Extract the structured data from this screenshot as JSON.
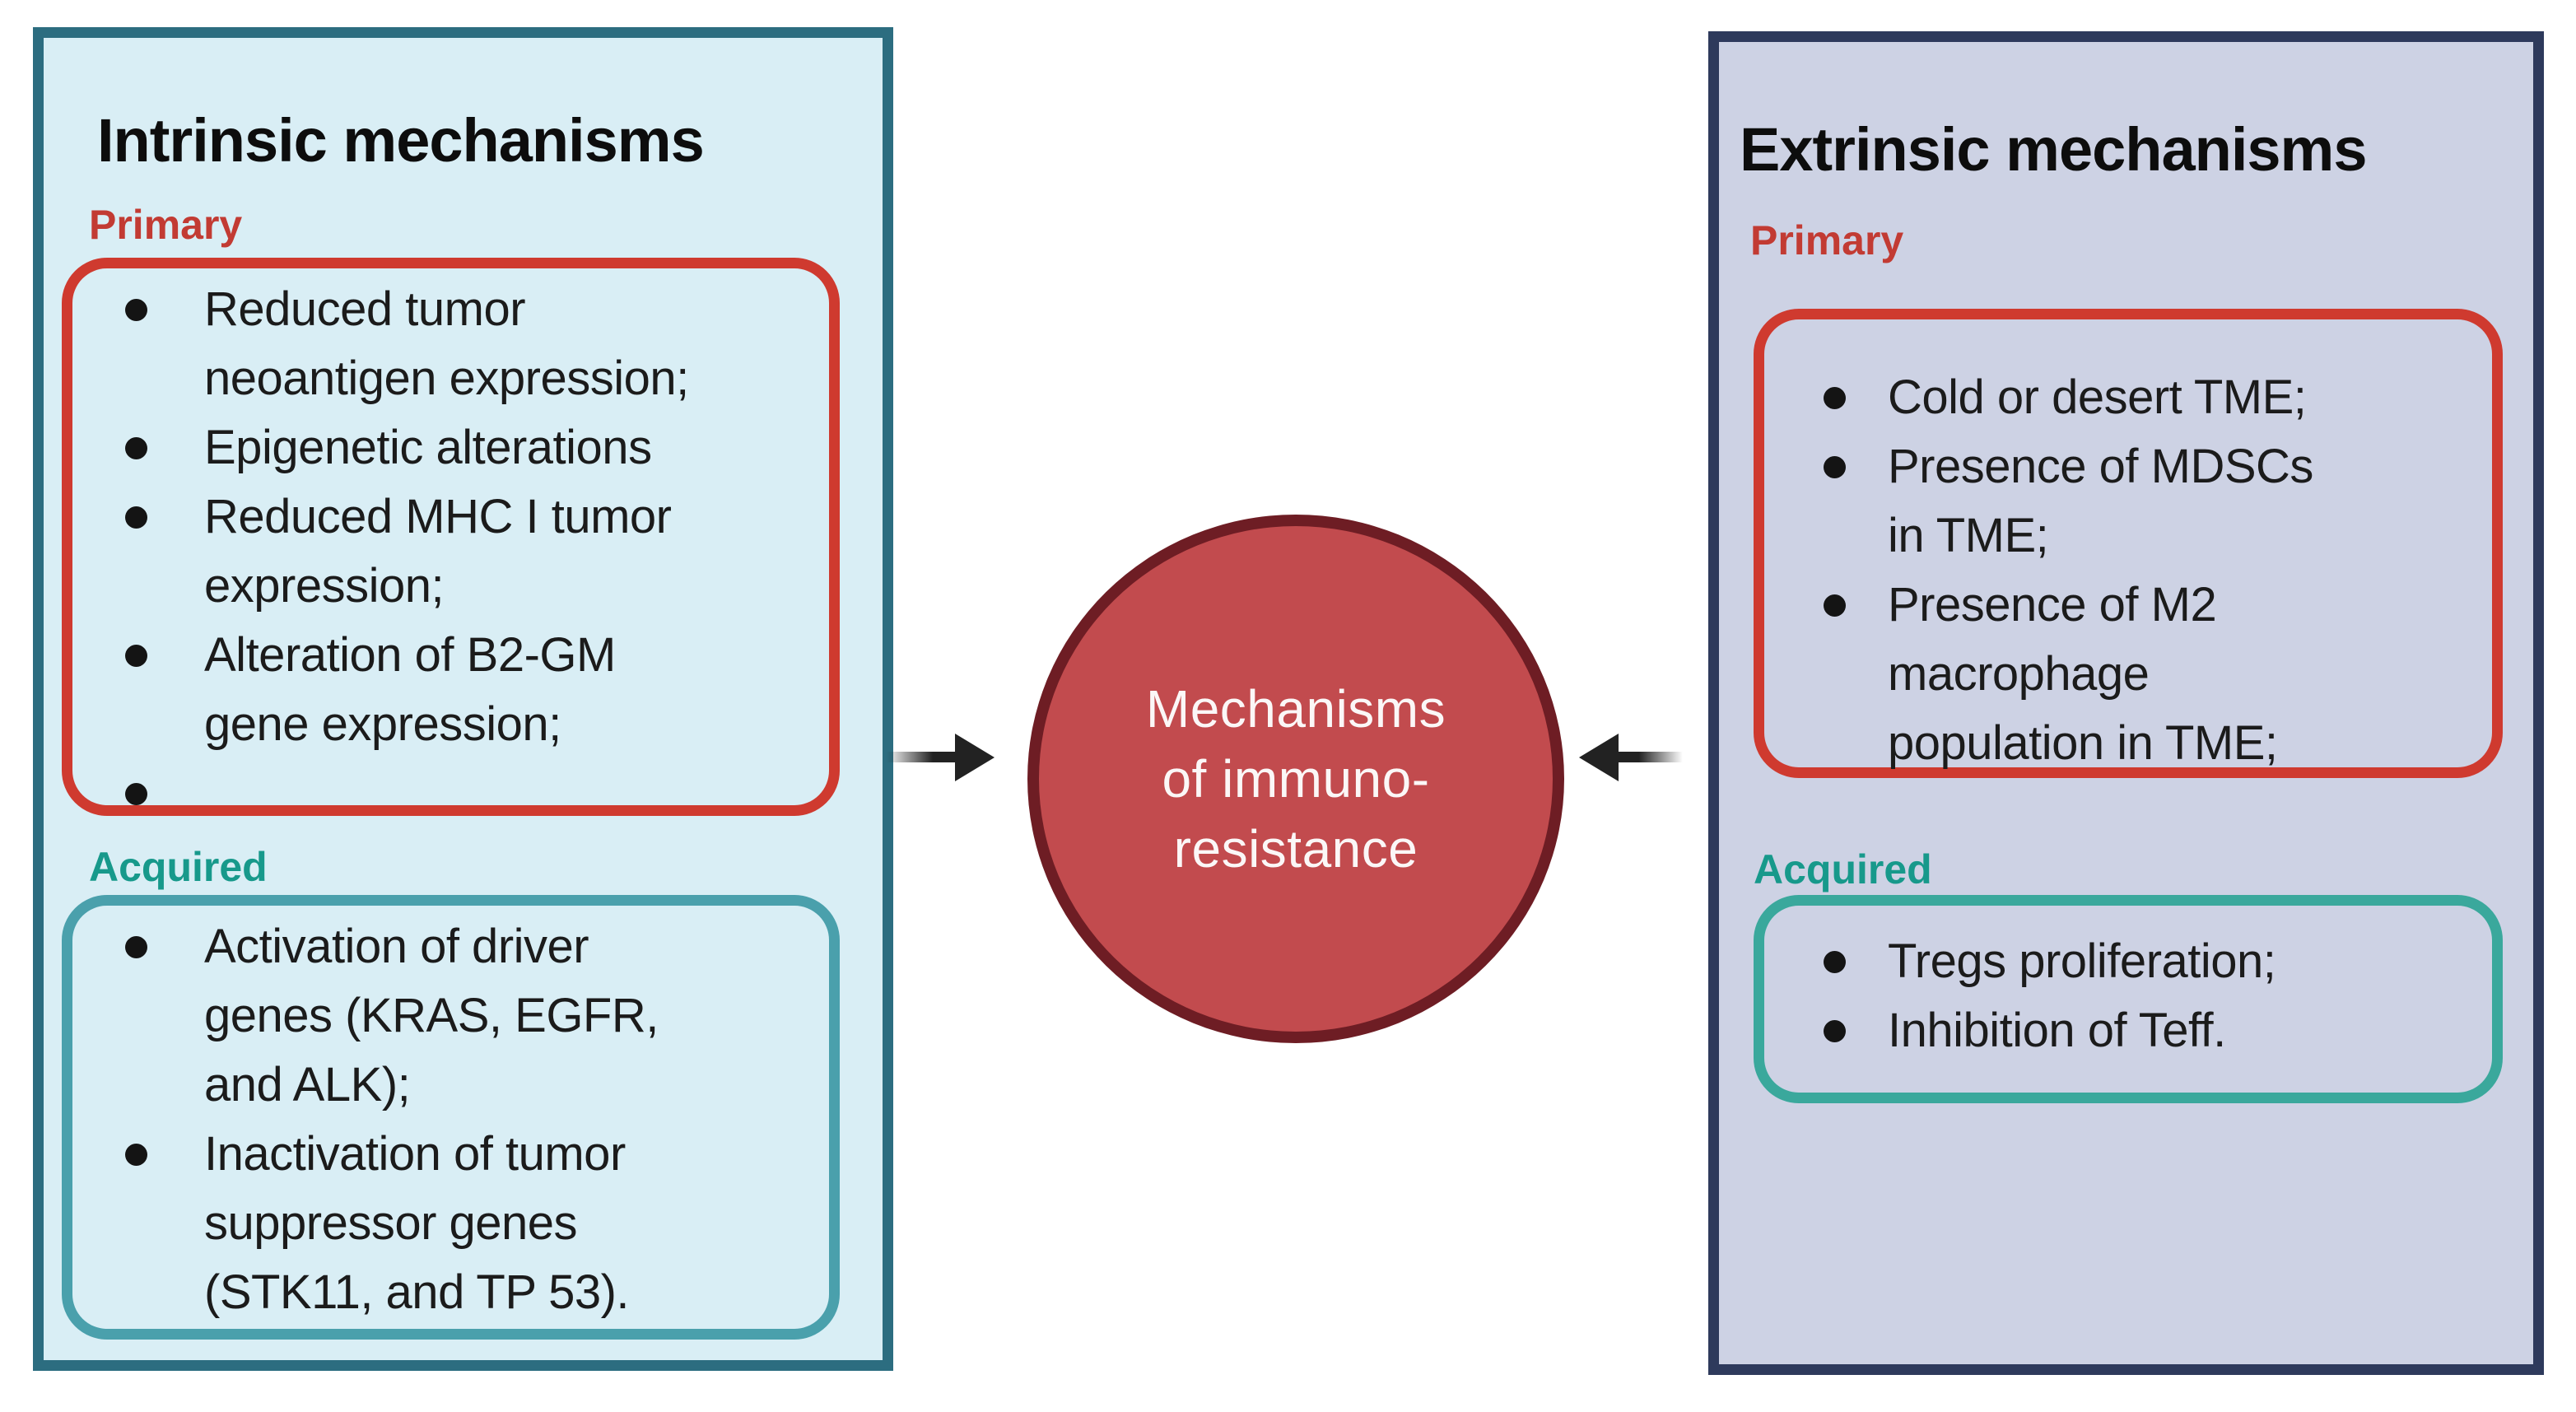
{
  "diagram": {
    "left_panel": {
      "title": "Intrinsic mechanisms",
      "primary_label": "Primary",
      "primary_items": [
        "Reduced tumor\nneoantigen expression;",
        "Epigenetic alterations",
        "Reduced MHC I tumor\nexpression;",
        "Alteration of B2-GM\ngene expression;",
        ""
      ],
      "acquired_label": "Acquired",
      "acquired_items": [
        "Activation of driver\ngenes (KRAS, EGFR,\nand ALK);",
        "Inactivation of tumor\nsuppressor genes\n(STK11, and TP 53)."
      ]
    },
    "right_panel": {
      "title": "Extrinsic mechanisms",
      "primary_label": "Primary",
      "primary_items": [
        "Cold or desert TME;",
        "Presence of MDSCs\nin TME;",
        "Presence of M2\nmacrophage\npopulation in TME;"
      ],
      "acquired_label": "Acquired",
      "acquired_items": [
        "Tregs proliferation;",
        "Inhibition of Teff."
      ]
    },
    "center": {
      "label": "Mechanisms of immuno-resistance",
      "lines": [
        "Mechanisms",
        "of immuno-",
        "resistance"
      ]
    },
    "colors": {
      "left_panel_bg": "#d9eef5",
      "left_panel_border": "#2c6d80",
      "right_panel_bg": "#cdd2e4",
      "right_panel_border": "#2e3a5c",
      "primary_label": "#c23b33",
      "acquired_label": "#17998b",
      "primary_box_border": "#cf3a2f",
      "acquired_box_border_left": "#4aa0ac",
      "acquired_box_border_right": "#3aa89c",
      "circle_fill": "#c24b4e",
      "circle_border": "#6e1d24",
      "arrow": "#222222"
    }
  }
}
